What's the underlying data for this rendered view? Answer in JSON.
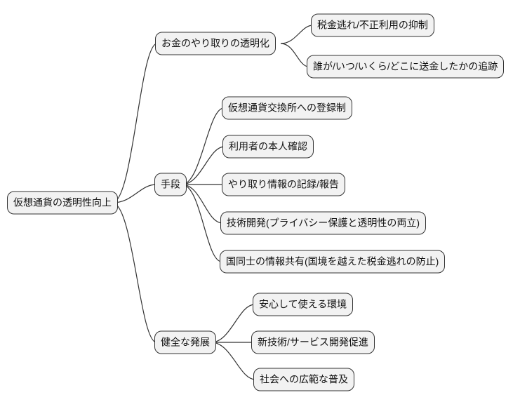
{
  "diagram": {
    "type": "mindmap-flowchart",
    "direction": "left-to-right",
    "root": "仮想通貨の透明性向上",
    "branches": [
      {
        "label": "お金のやり取りの透明化",
        "children": [
          "税金逃れ/不正利用の抑制",
          "誰が/いつ/いくら/どこに送金したかの追跡"
        ]
      },
      {
        "label": "手段",
        "children": [
          "仮想通貨交換所への登録制",
          "利用者の本人確認",
          "やり取り情報の記録/報告",
          "技術開発(プライバシー保護と透明性の両立)",
          "国同士の情報共有(国境を越えた税金逃れの防止)"
        ]
      },
      {
        "label": "健全な発展",
        "children": [
          "安心して使える環境",
          "新技術/サービス開発促進",
          "社会への広範な普及"
        ]
      }
    ],
    "colors": {
      "background": "#ffffff",
      "node_fill": "#f2f2f2",
      "node_border": "#333333",
      "edge": "#333333",
      "text": "#111111"
    }
  }
}
